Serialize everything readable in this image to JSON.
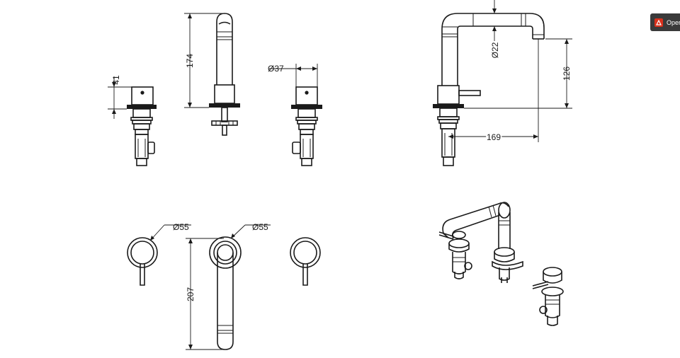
{
  "toolbar": {
    "open_label": "Oper",
    "icon": "pdf-icon",
    "accent": "#d9311c"
  },
  "dimensions": {
    "small_valve_height": "41",
    "spout_height": "174",
    "valve_diameter": "Ø37",
    "pipe_diameter": "Ø22",
    "outlet_height": "126",
    "spout_reach": "169",
    "valve_plate_diameter": "Ø55",
    "spout_plate_diameter": "Ø55",
    "spout_length": "207"
  }
}
